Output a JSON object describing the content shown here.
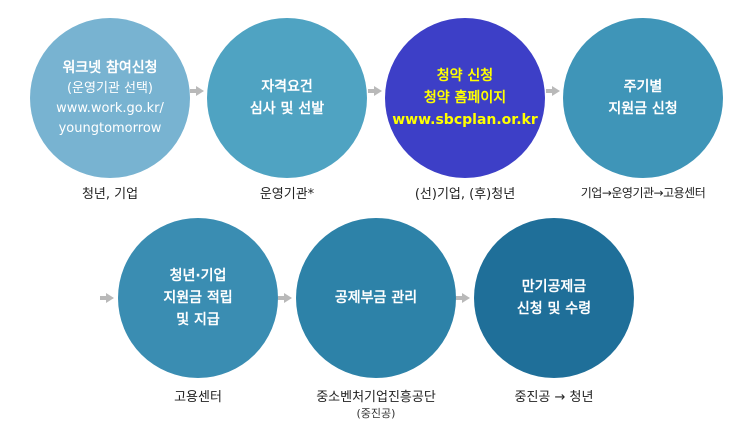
{
  "steps": [
    {
      "lines": [
        "워크넷 참여신청",
        "(운영기관 선택)",
        "www.work.go.kr/",
        "youngtomorrow"
      ],
      "caption": "청년, 기업",
      "color": "#78b3d1"
    },
    {
      "lines": [
        "자격요건",
        "심사 및 선발"
      ],
      "caption": "운영기관*",
      "color": "#4fa3c2"
    },
    {
      "lines": [
        "청약 신청",
        "청약 홈페이지",
        "www.sbcplan.or.kr"
      ],
      "caption": "(선)기업, (후)청년",
      "color": "#3d3fc7",
      "text_color": "#ffff00"
    },
    {
      "lines": [
        "주기별",
        "지원금 신청"
      ],
      "caption": "기업→운영기관→고용센터",
      "color": "#3f95b8"
    },
    {
      "lines": [
        "청년·기업",
        "지원금 적립",
        "및 지급"
      ],
      "caption": "고용센터",
      "color": "#3a8db2"
    },
    {
      "lines": [
        "공제부금 관리"
      ],
      "caption": "중소벤처기업진흥공단",
      "subcaption": "(중진공)",
      "color": "#2d82a8"
    },
    {
      "lines": [
        "만기공제금",
        "신청 및 수령"
      ],
      "caption": "중진공 → 청년",
      "color": "#1f6f99"
    }
  ]
}
